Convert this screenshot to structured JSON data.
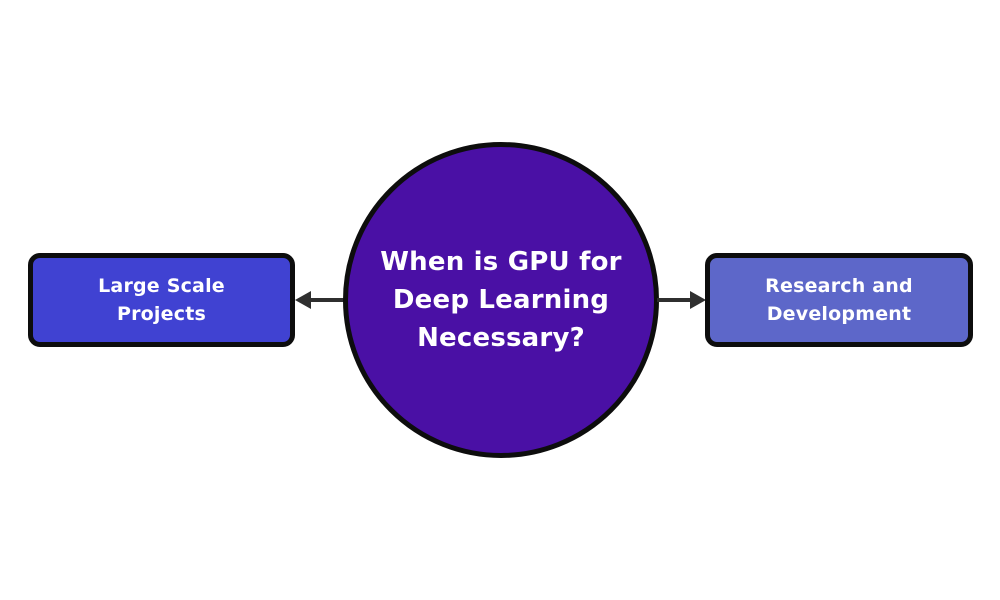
{
  "diagram": {
    "title": "When is GPU for Deep Learning Necessary?",
    "colors": {
      "background": "#ffffff",
      "center_bg": "#4a10a5",
      "left_bg": "#4042d2",
      "right_bg": "#5d67c9",
      "outline": "#0d0d0d",
      "arrow": "#2f2f2f",
      "text": "#ffffff"
    },
    "center_node": {
      "label": "When is GPU for Deep Learning Necessary?",
      "lines": [
        "When is GPU for",
        "Deep Learning",
        "Necessary?"
      ]
    },
    "left_node": {
      "label": "Large Scale Projects",
      "lines": [
        "Large Scale",
        "Projects"
      ]
    },
    "right_node": {
      "label": "Research and Development",
      "lines": [
        "Research and",
        "Development"
      ]
    }
  }
}
